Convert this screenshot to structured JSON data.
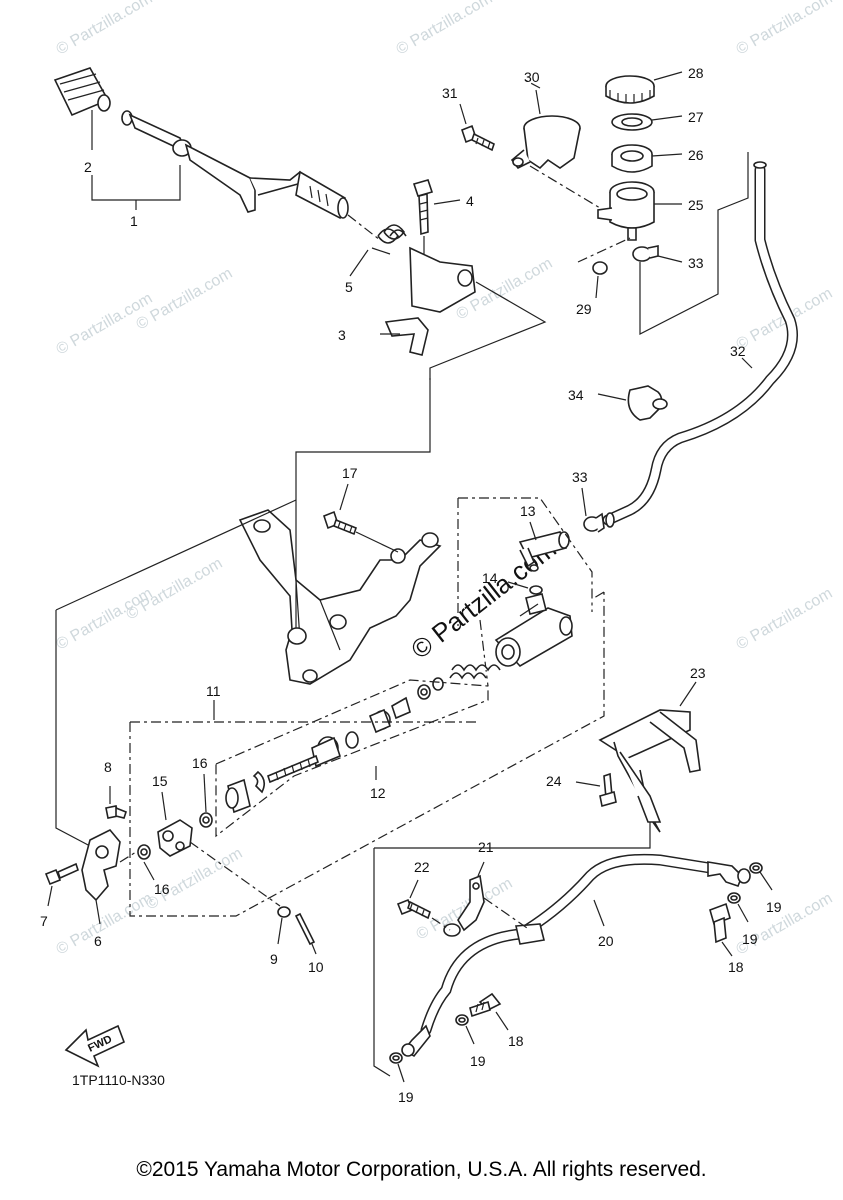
{
  "watermark_text": "© Partzilla.com",
  "center_watermark": "© Partzilla.com",
  "diagram_code": "1TP1110-N330",
  "fwd_label": "FWD",
  "copyright": "©2015 Yamaha Motor Corporation, U.S.A. All rights reserved.",
  "labels": {
    "p1": "1",
    "p2": "2",
    "p3": "3",
    "p4": "4",
    "p5": "5",
    "p6": "6",
    "p7": "7",
    "p8": "8",
    "p9": "9",
    "p10": "10",
    "p11": "11",
    "p12": "12",
    "p13": "13",
    "p14": "14",
    "p15": "15",
    "p16a": "16",
    "p16b": "16",
    "p17": "17",
    "p18a": "18",
    "p18b": "18",
    "p19a": "19",
    "p19b": "19",
    "p19c": "19",
    "p19d": "19",
    "p20": "20",
    "p21": "21",
    "p22": "22",
    "p23": "23",
    "p24": "24",
    "p25": "25",
    "p26": "26",
    "p27": "27",
    "p28": "28",
    "p29": "29",
    "p30": "30",
    "p31": "31",
    "p32": "32",
    "p33a": "33",
    "p33b": "33",
    "p34": "34"
  }
}
